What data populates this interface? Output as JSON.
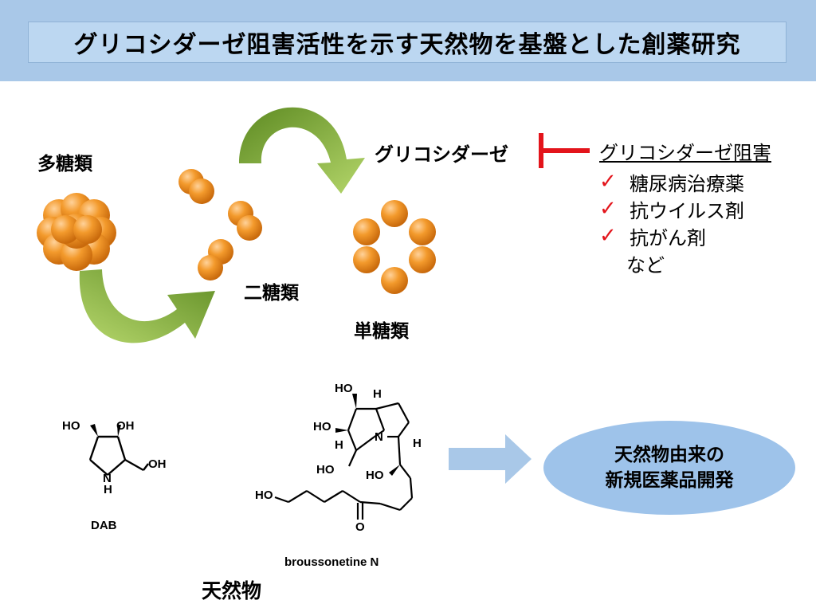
{
  "title": "グリコシダーゼ阻害活性を示す天然物を基盤とした創薬研究",
  "sugars": {
    "poly": "多糖類",
    "di": "二糖類",
    "mono": "単糖類"
  },
  "enzyme": "グリコシダーゼ",
  "inhibition": {
    "heading": "グリコシダーゼ阻害",
    "items": [
      "糖尿病治療薬",
      "抗ウイルス剤",
      "抗がん剤"
    ],
    "etc": "など",
    "check_mark": "✓"
  },
  "compounds": {
    "dab": {
      "name": "DAB",
      "atoms": {
        "ho1": "HO",
        "oh1": "OH",
        "oh2": "OH",
        "n": "N",
        "h": "H"
      }
    },
    "brous": {
      "name": "broussonetine N",
      "atoms": {
        "ho_top": "HO",
        "h_top": "H",
        "ho_left": "HO",
        "h_left": "H",
        "n": "N",
        "h_right": "H",
        "ho_ch2": "HO",
        "ho_mid": "HO",
        "ho_chain": "HO",
        "o_keto": "O"
      }
    }
  },
  "natural_products": "天然物",
  "goal": {
    "line1": "天然物由来の",
    "line2": "新規医薬品開発"
  },
  "colors": {
    "header": "#a9c8e8",
    "title_box": "#bcd7f1",
    "arrow_green": "#7fa83a",
    "sphere_orange": "#f08a1c",
    "inhibition_red": "#e3141b",
    "block_arrow_blue": "#a9c8e8",
    "ellipse_blue": "#9ec3ea"
  }
}
